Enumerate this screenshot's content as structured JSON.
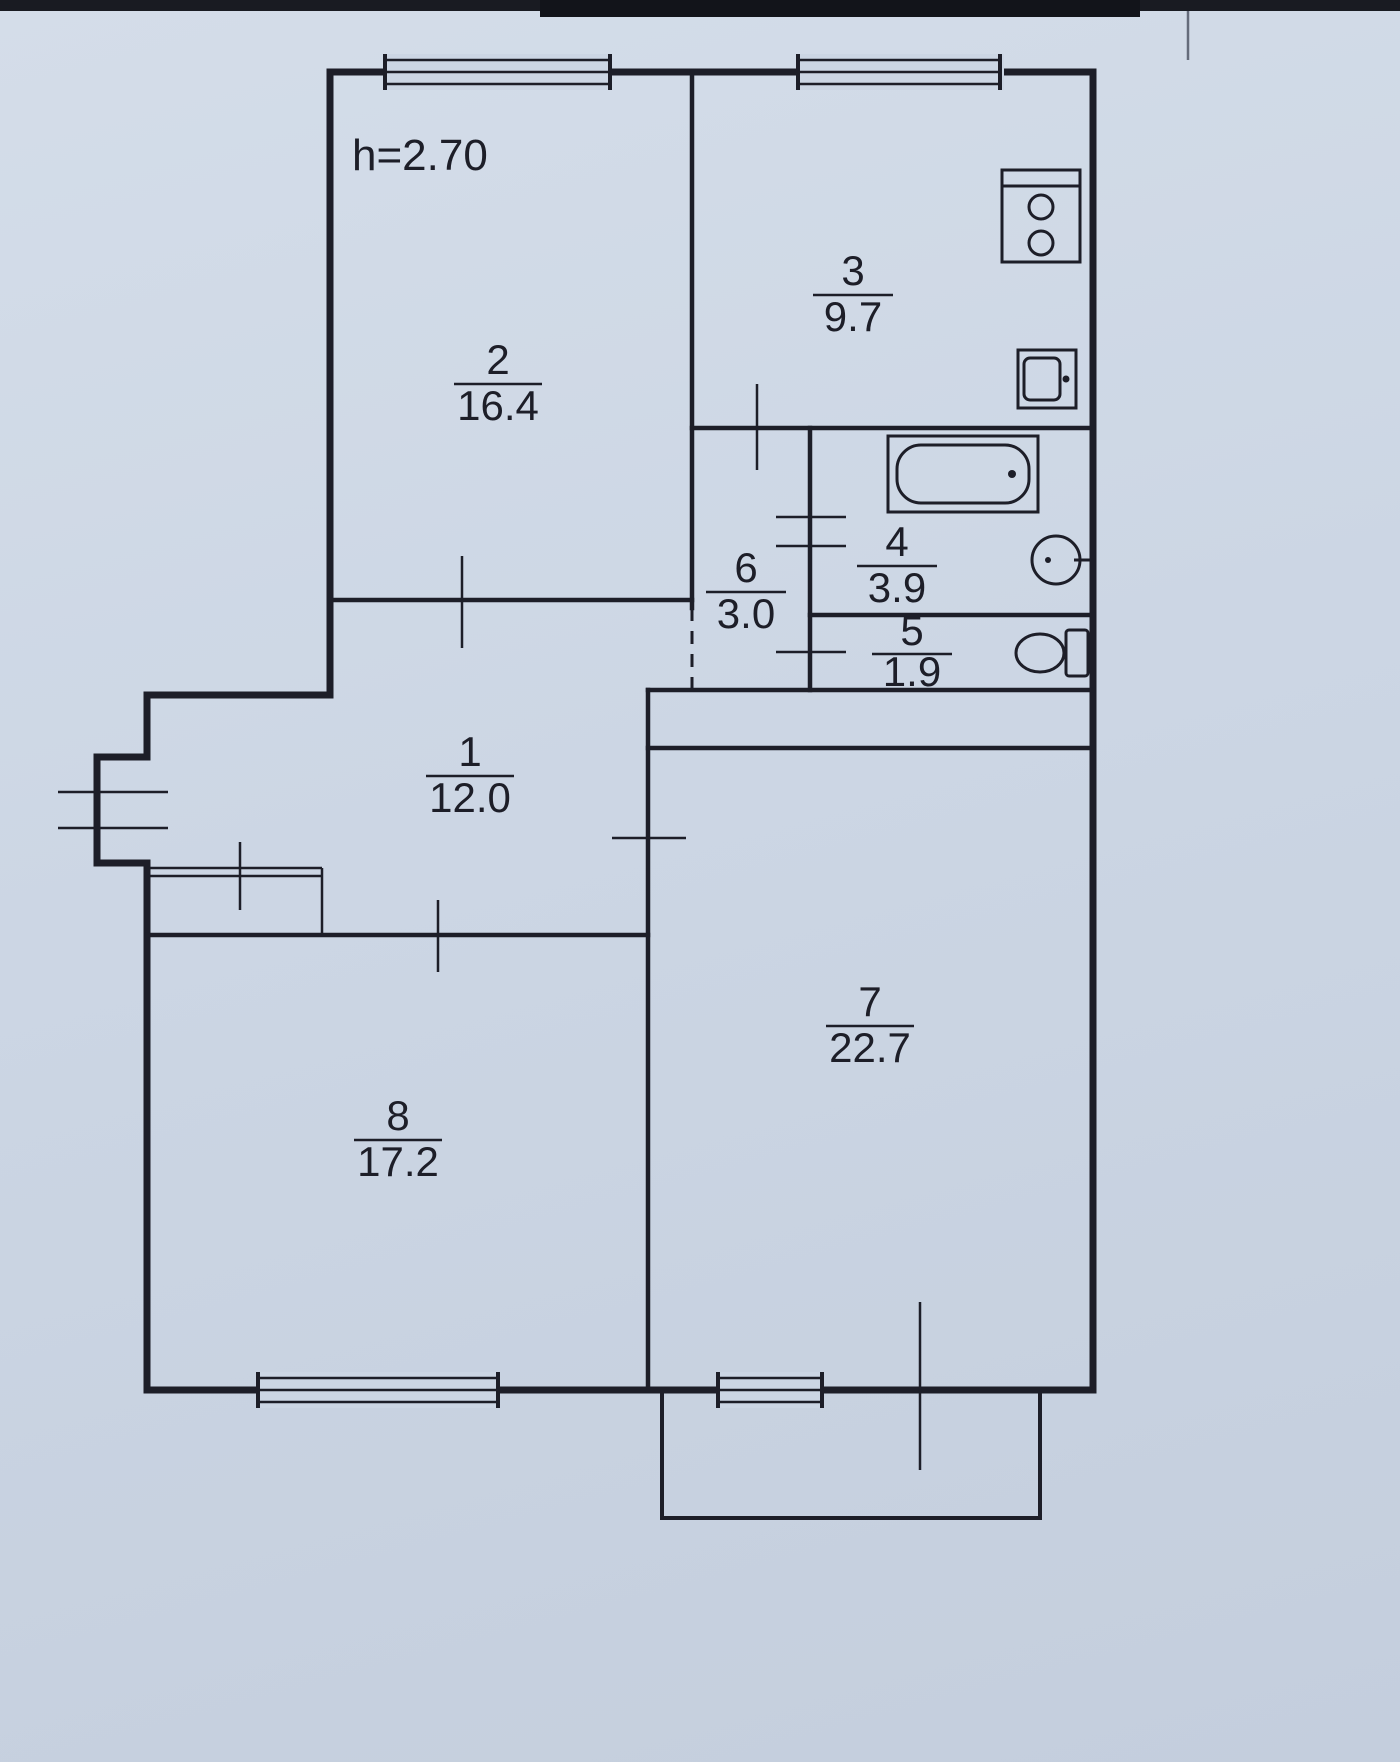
{
  "ceiling_height_label": "h=2.70",
  "rooms": [
    {
      "number": "1",
      "area": "12.0"
    },
    {
      "number": "2",
      "area": "16.4"
    },
    {
      "number": "3",
      "area": "9.7"
    },
    {
      "number": "4",
      "area": "3.9"
    },
    {
      "number": "5",
      "area": "1.9"
    },
    {
      "number": "6",
      "area": "3.0"
    },
    {
      "number": "7",
      "area": "22.7"
    },
    {
      "number": "8",
      "area": "17.2"
    }
  ],
  "icons": {
    "fixtures": [
      "stove-icon",
      "kitchen-sink-icon",
      "bathtub-icon",
      "washbasin-icon",
      "toilet-icon"
    ]
  },
  "colors": {
    "paper": "#ccd6e4",
    "ink": "#1d1e28"
  }
}
